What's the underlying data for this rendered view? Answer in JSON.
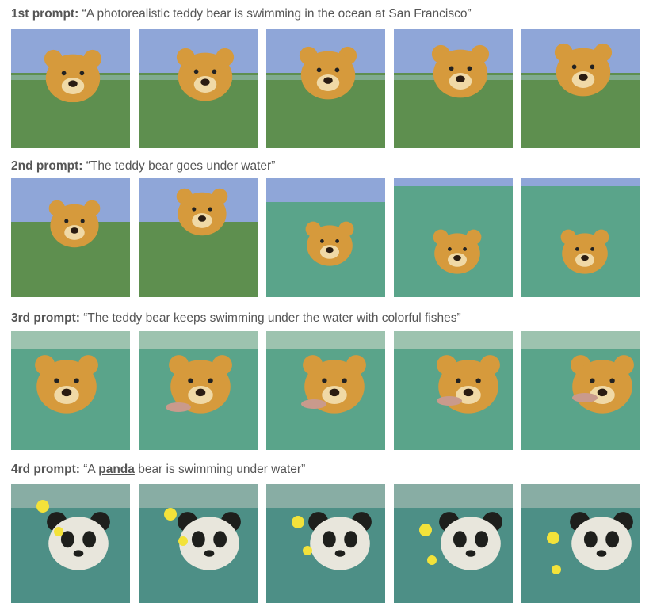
{
  "rows": [
    {
      "label": "1st prompt:",
      "text_before": " “A photorealistic teddy bear is swimming in the ocean at San Francisco”",
      "emphasis": "",
      "text_after": "",
      "scene": "surface",
      "frames": [
        {
          "bear": "teddy",
          "fish": false,
          "spots": false
        },
        {
          "bear": "teddy",
          "fish": false,
          "spots": false
        },
        {
          "bear": "teddy",
          "fish": false,
          "spots": false
        },
        {
          "bear": "teddy",
          "fish": false,
          "spots": false
        },
        {
          "bear": "teddy",
          "fish": false,
          "spots": false
        }
      ]
    },
    {
      "label": "2nd prompt:",
      "text_before": " “The teddy bear goes under water”",
      "emphasis": "",
      "text_after": "",
      "scene": "diving",
      "frames": [
        {
          "bear": "teddy",
          "fish": false,
          "spots": false
        },
        {
          "bear": "teddy",
          "fish": false,
          "spots": false
        },
        {
          "bear": "teddy",
          "fish": false,
          "spots": false
        },
        {
          "bear": "teddy",
          "fish": false,
          "spots": false
        },
        {
          "bear": "teddy",
          "fish": false,
          "spots": false
        }
      ]
    },
    {
      "label": "3rd prompt:",
      "text_before": " “The teddy bear keeps swimming under the water with colorful fishes”",
      "emphasis": "",
      "text_after": "",
      "scene": "underwater",
      "frames": [
        {
          "bear": "teddy",
          "fish": false,
          "spots": false
        },
        {
          "bear": "teddy",
          "fish": true,
          "spots": false
        },
        {
          "bear": "teddy",
          "fish": true,
          "spots": false
        },
        {
          "bear": "teddy",
          "fish": true,
          "spots": false
        },
        {
          "bear": "teddy",
          "fish": true,
          "spots": false
        }
      ]
    },
    {
      "label": "4rd prompt:",
      "text_before": " “A ",
      "emphasis": "panda",
      "text_after": " bear is swimming under water”",
      "scene": "panda",
      "frames": [
        {
          "bear": "panda",
          "fish": false,
          "spots": true
        },
        {
          "bear": "panda",
          "fish": false,
          "spots": true
        },
        {
          "bear": "panda",
          "fish": false,
          "spots": true
        },
        {
          "bear": "panda",
          "fish": false,
          "spots": true
        },
        {
          "bear": "panda",
          "fish": false,
          "spots": true
        }
      ]
    }
  ],
  "colors": {
    "text": "#555555",
    "sky": "#8fa6d8",
    "sea_green": "#5e8f4f",
    "underwater": "#5aa48a",
    "teddy": "#d69a3c",
    "teddy_light": "#f0d9a6",
    "panda_white": "#e8e6dc",
    "panda_black": "#1e1f1c",
    "spot": "#f3e23a"
  }
}
